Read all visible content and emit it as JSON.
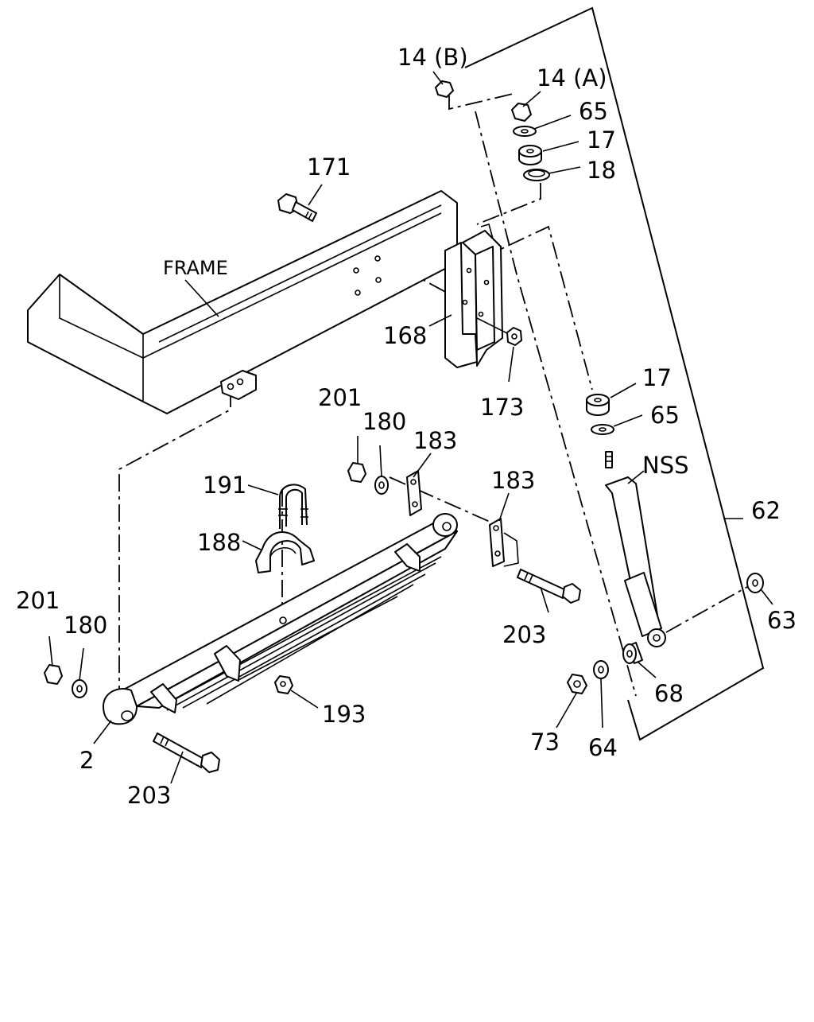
{
  "labels": {
    "l14b": "14 (B)",
    "l14a": "14 (A)",
    "l65a": "65",
    "l17a": "17",
    "l18": "18",
    "l171": "171",
    "frame": "FRAME",
    "l168": "168",
    "l173": "173",
    "l17b": "17",
    "l65b": "65",
    "nss": "NSS",
    "l62": "62",
    "l201a": "201",
    "l180a": "180",
    "l183a": "183",
    "l183b": "183",
    "l191": "191",
    "l188": "188",
    "l203a": "203",
    "l63": "63",
    "l201b": "201",
    "l180b": "180",
    "l68": "68",
    "l193": "193",
    "l2": "2",
    "l73": "73",
    "l64": "64",
    "l203b": "203"
  }
}
